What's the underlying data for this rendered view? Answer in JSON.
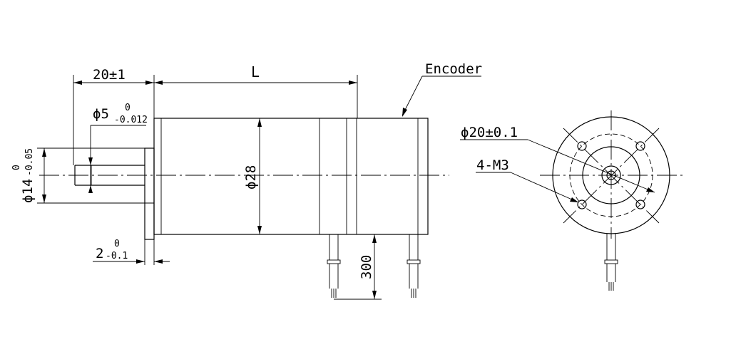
{
  "dimensions": {
    "flange_offset": "20±1",
    "body_length": "L",
    "encoder": "Encoder",
    "shaft_dia_main": "ϕ5",
    "shaft_dia_upper": "0",
    "shaft_dia_lower": "-0.012",
    "boss_dia_main": "ϕ14",
    "boss_dia_upper": "0",
    "boss_dia_lower": "-0.05",
    "body_dia": "ϕ28",
    "flange_thk_main": "2",
    "flange_thk_upper": "0",
    "flange_thk_lower": "-0.1",
    "lead_length": "300",
    "bolt_circle": "ϕ20±0.1",
    "mount_holes": "4-M3"
  }
}
